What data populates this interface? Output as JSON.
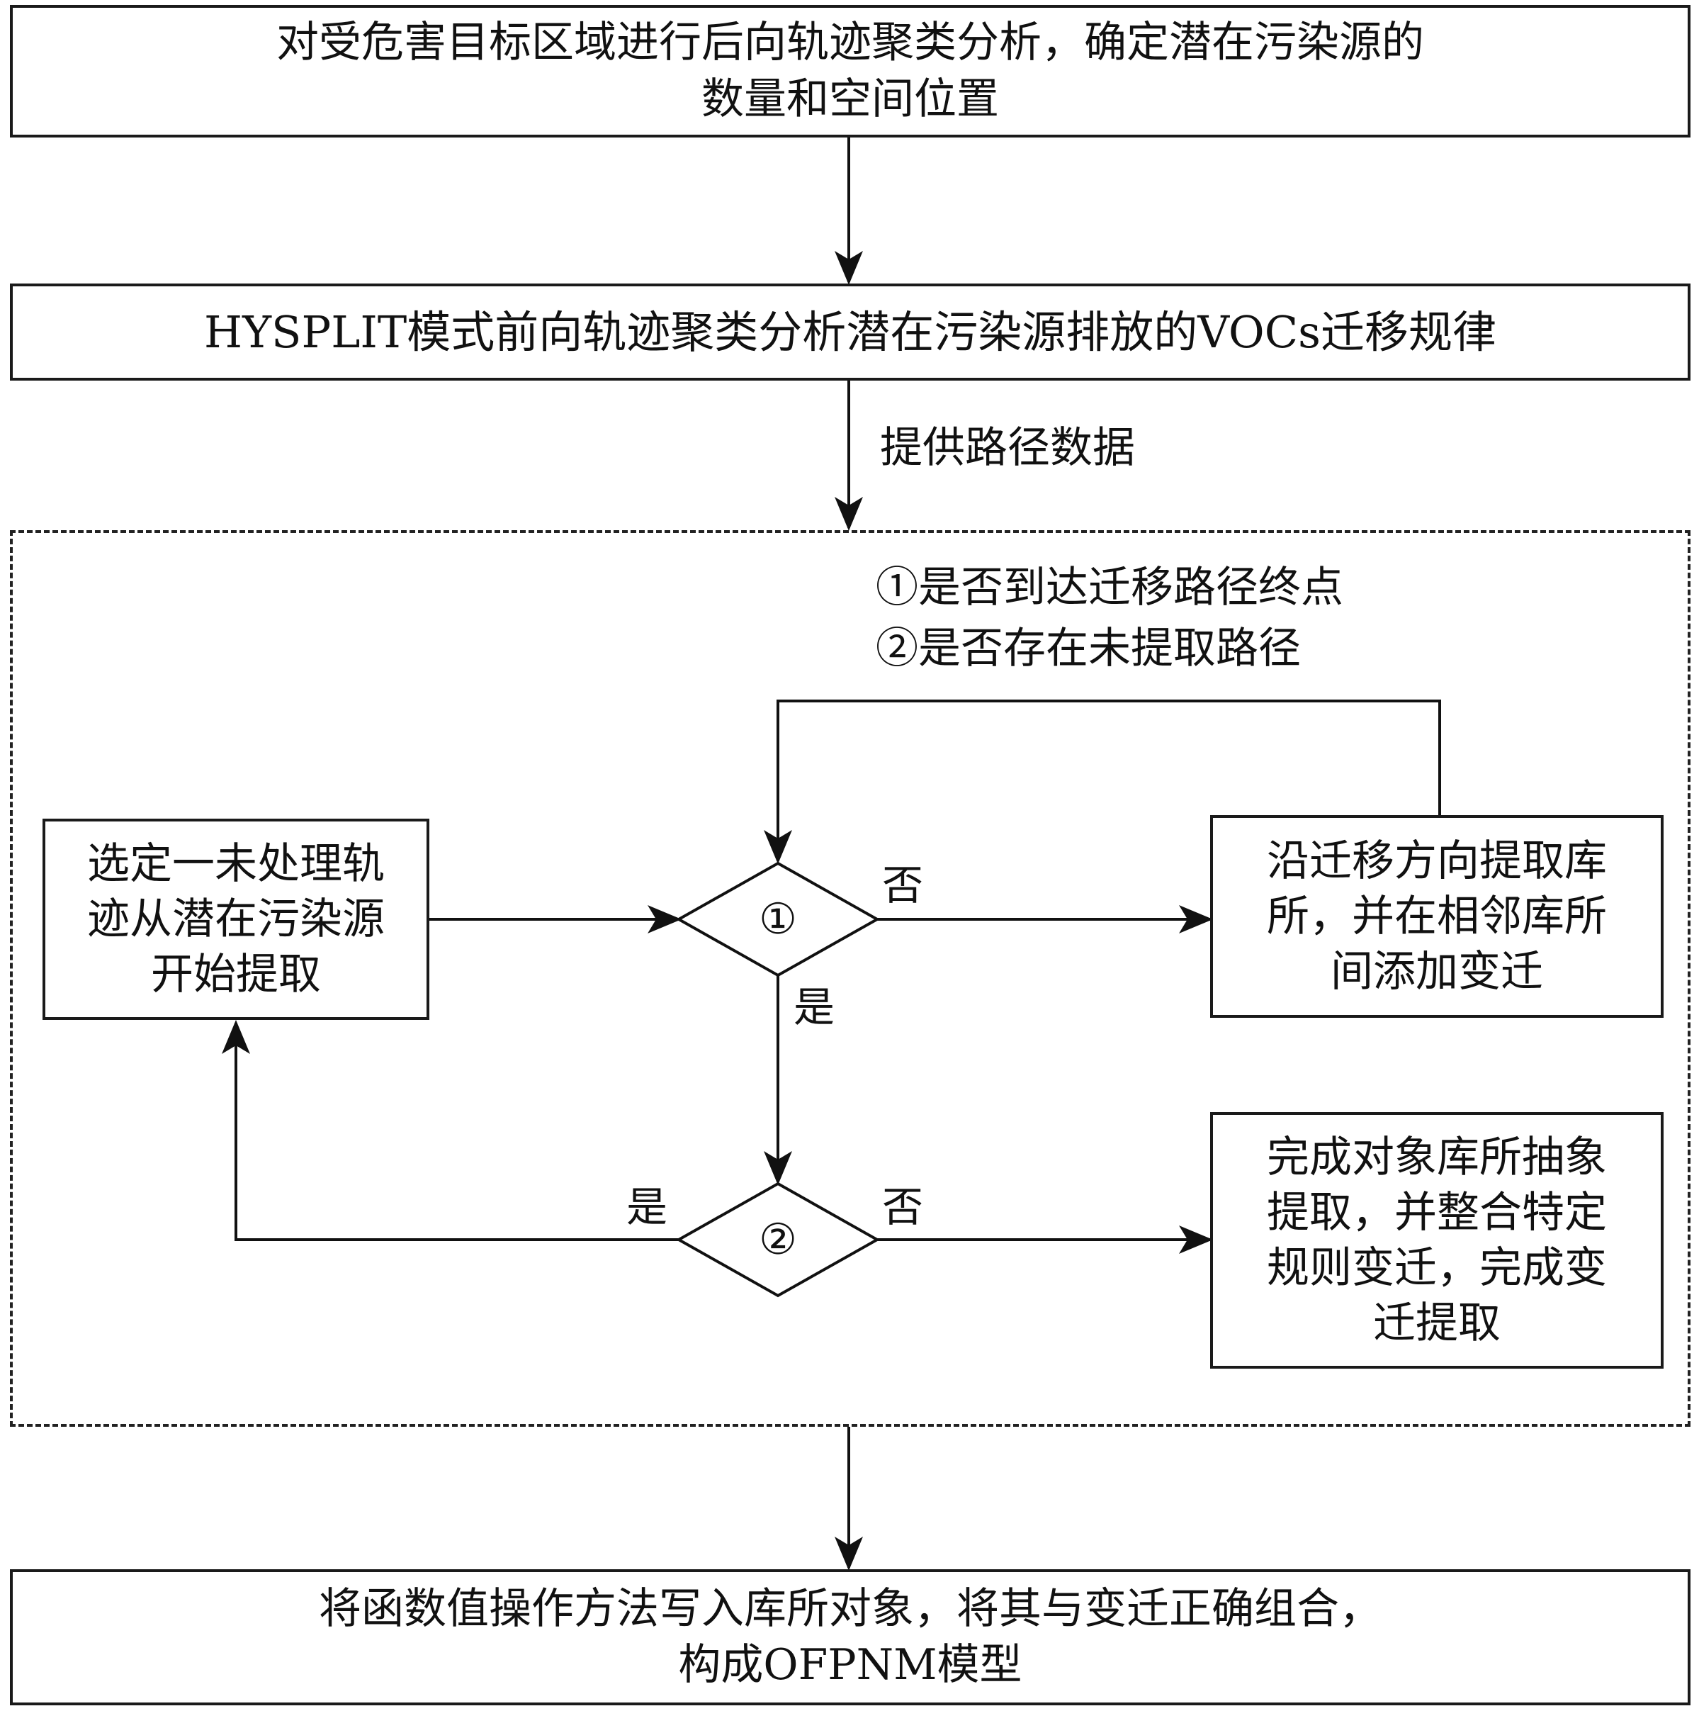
{
  "step1": "对受危害目标区域进行后向轨迹聚类分析，确定潜在污染源的\n数量和空间位置",
  "step2": "HYSPLIT模式前向轨迹聚类分析潜在污染源排放的VOCs迁移规律",
  "arrow_label": "提供路径数据",
  "legend": {
    "cond1": "①是否到达迁移路径终点",
    "cond2": "②是否存在未提取路径"
  },
  "left_box": "选定一未处理轨\n迹从潜在污染源\n开始提取",
  "right_top_box": "沿迁移方向提取库\n所，并在相邻库所\n间添加变迁",
  "right_bottom_box": "完成对象库所抽象\n提取，并整合特定\n规则变迁，完成变\n迁提取",
  "diamond1": "①",
  "diamond2": "②",
  "yes1": "是",
  "no1": "否",
  "yes2": "是",
  "no2": "否",
  "final": "将函数值操作方法写入库所对象，将其与变迁正确组合，\n构成OFPNM模型"
}
